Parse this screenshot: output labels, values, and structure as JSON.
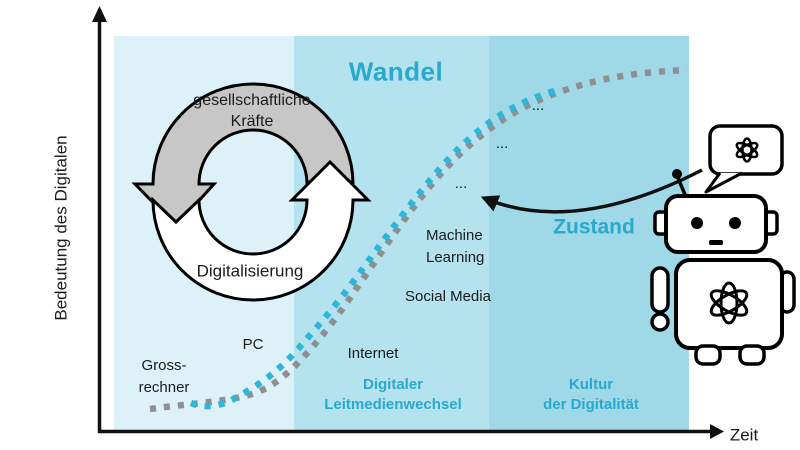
{
  "title": "Wandel",
  "axes": {
    "y_label": "Bedeutung des Digitalen",
    "x_label": "Zeit"
  },
  "cycle": {
    "top_line1": "gesellschaftliche",
    "top_line2": "Kräfte",
    "bottom": "Digitalisierung"
  },
  "milestones": {
    "grossrechner_l1": "Gross-",
    "grossrechner_l2": "rechner",
    "pc": "PC",
    "internet": "Internet",
    "social_media": "Social Media",
    "ml_l1": "Machine",
    "ml_l2": "Learning",
    "dots1": "...",
    "dots2": "...",
    "dots3": "..."
  },
  "state_label": "Zustand",
  "phases": {
    "p2_l1": "Digitaler",
    "p2_l2": "Leitmedienwechsel",
    "p3_l1": "Kultur",
    "p3_l2": "der Digitalität"
  },
  "icons": {
    "robot": "openai-robot-icon",
    "logo": "openai-flower-icon",
    "bubble": "speech-bubble-icon"
  },
  "colors": {
    "accent": "#29a9cd",
    "band_early": "#dcf1f8",
    "band_leitmedienwechsel": "#b4e2ee",
    "band_kultur": "#9fd9e7",
    "curve_cyan": "#2db6da",
    "curve_gray": "#8e8f90",
    "cycle_fill": "#c7c7c7"
  }
}
